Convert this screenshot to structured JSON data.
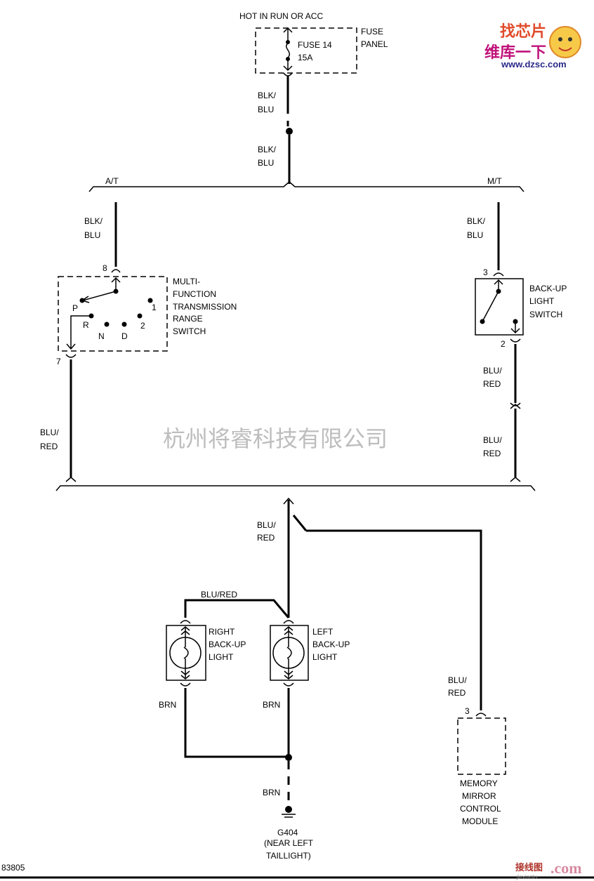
{
  "power_source": "HOT IN RUN OR ACC",
  "fuse": {
    "name": "FUSE 14",
    "rating": "15A",
    "panel_line1": "FUSE",
    "panel_line2": "PANEL"
  },
  "wire_colors": {
    "blk_blu_1": "BLK/",
    "blk_blu_2": "BLU",
    "blu_red_1": "BLU/",
    "blu_red_2": "RED",
    "blu_red_joined": "BLU/RED",
    "brn": "BRN"
  },
  "branches": {
    "automatic": "A/T",
    "manual": "M/T"
  },
  "mfts": {
    "line1": "MULTI-",
    "line2": "FUNCTION",
    "line3": "TRANSMISSION",
    "line4": "RANGE",
    "line5": "SWITCH",
    "pin_in": "8",
    "pin_out": "7",
    "positions": {
      "p": "P",
      "r": "R",
      "n": "N",
      "d": "D",
      "two": "2",
      "one": "1"
    }
  },
  "backup_switch": {
    "line1": "BACK-UP",
    "line2": "LIGHT",
    "line3": "SWITCH",
    "pin_in": "3",
    "pin_out": "2"
  },
  "right_light": {
    "line1": "RIGHT",
    "line2": "BACK-UP",
    "line3": "LIGHT"
  },
  "left_light": {
    "line1": "LEFT",
    "line2": "BACK-UP",
    "line3": "LIGHT"
  },
  "mirror_module": {
    "pin": "3",
    "line1": "MEMORY",
    "line2": "MIRROR",
    "line3": "CONTROL",
    "line4": "MODULE"
  },
  "ground": {
    "id": "G404",
    "line1": "(NEAR LEFT",
    "line2": "TAILLIGHT)"
  },
  "diagram_number": "83805",
  "watermark": "杭州将睿科技有限公司",
  "logo": {
    "top": "找芯片",
    "bottom": "维库一下",
    "url": "www.dzsc.com"
  },
  "corner_logo": {
    "text": "接线图",
    "suffix": ".com",
    "sub": "jiexiantu"
  }
}
